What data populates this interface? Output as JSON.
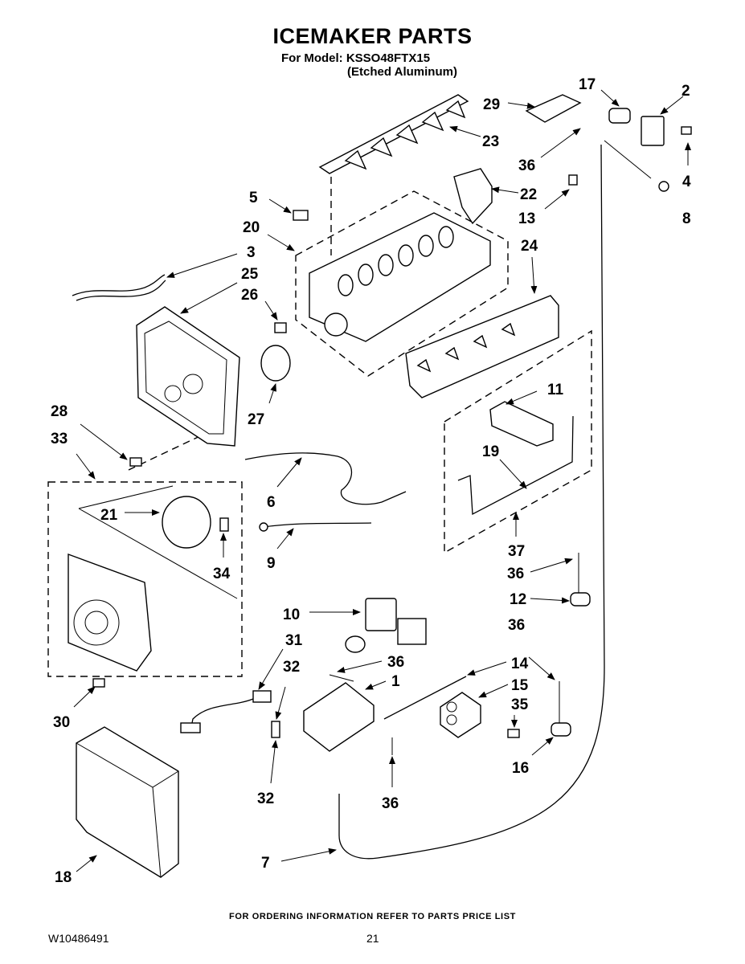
{
  "header": {
    "title": "ICEMAKER PARTS",
    "model_line": "For Model: KSSO48FTX15",
    "finish_line": "(Etched Aluminum)"
  },
  "footer": {
    "ordering_note": "FOR ORDERING INFORMATION REFER TO PARTS PRICE LIST",
    "document_number": "W10486491",
    "page_number": "21"
  },
  "callouts": [
    {
      "id": "c17",
      "label": "17"
    },
    {
      "id": "c2",
      "label": "2"
    },
    {
      "id": "c29",
      "label": "29"
    },
    {
      "id": "c23",
      "label": "23"
    },
    {
      "id": "c36a",
      "label": "36"
    },
    {
      "id": "c4",
      "label": "4"
    },
    {
      "id": "c22",
      "label": "22"
    },
    {
      "id": "c8",
      "label": "8"
    },
    {
      "id": "c13",
      "label": "13"
    },
    {
      "id": "c5",
      "label": "5"
    },
    {
      "id": "c20",
      "label": "20"
    },
    {
      "id": "c24",
      "label": "24"
    },
    {
      "id": "c3",
      "label": "3"
    },
    {
      "id": "c25",
      "label": "25"
    },
    {
      "id": "c26",
      "label": "26"
    },
    {
      "id": "c11",
      "label": "11"
    },
    {
      "id": "c27",
      "label": "27"
    },
    {
      "id": "c28",
      "label": "28"
    },
    {
      "id": "c33",
      "label": "33"
    },
    {
      "id": "c19",
      "label": "19"
    },
    {
      "id": "c21",
      "label": "21"
    },
    {
      "id": "c6",
      "label": "6"
    },
    {
      "id": "c34",
      "label": "34"
    },
    {
      "id": "c9",
      "label": "9"
    },
    {
      "id": "c37",
      "label": "37"
    },
    {
      "id": "c36b",
      "label": "36"
    },
    {
      "id": "c12",
      "label": "12"
    },
    {
      "id": "c10",
      "label": "10"
    },
    {
      "id": "c31",
      "label": "31"
    },
    {
      "id": "c36c",
      "label": "36"
    },
    {
      "id": "c32a",
      "label": "32"
    },
    {
      "id": "c36d",
      "label": "36"
    },
    {
      "id": "c14",
      "label": "14"
    },
    {
      "id": "c1",
      "label": "1"
    },
    {
      "id": "c15",
      "label": "15"
    },
    {
      "id": "c35",
      "label": "35"
    },
    {
      "id": "c30",
      "label": "30"
    },
    {
      "id": "c16",
      "label": "16"
    },
    {
      "id": "c32b",
      "label": "32"
    },
    {
      "id": "c36e",
      "label": "36"
    },
    {
      "id": "c7",
      "label": "7"
    },
    {
      "id": "c18",
      "label": "18"
    }
  ]
}
